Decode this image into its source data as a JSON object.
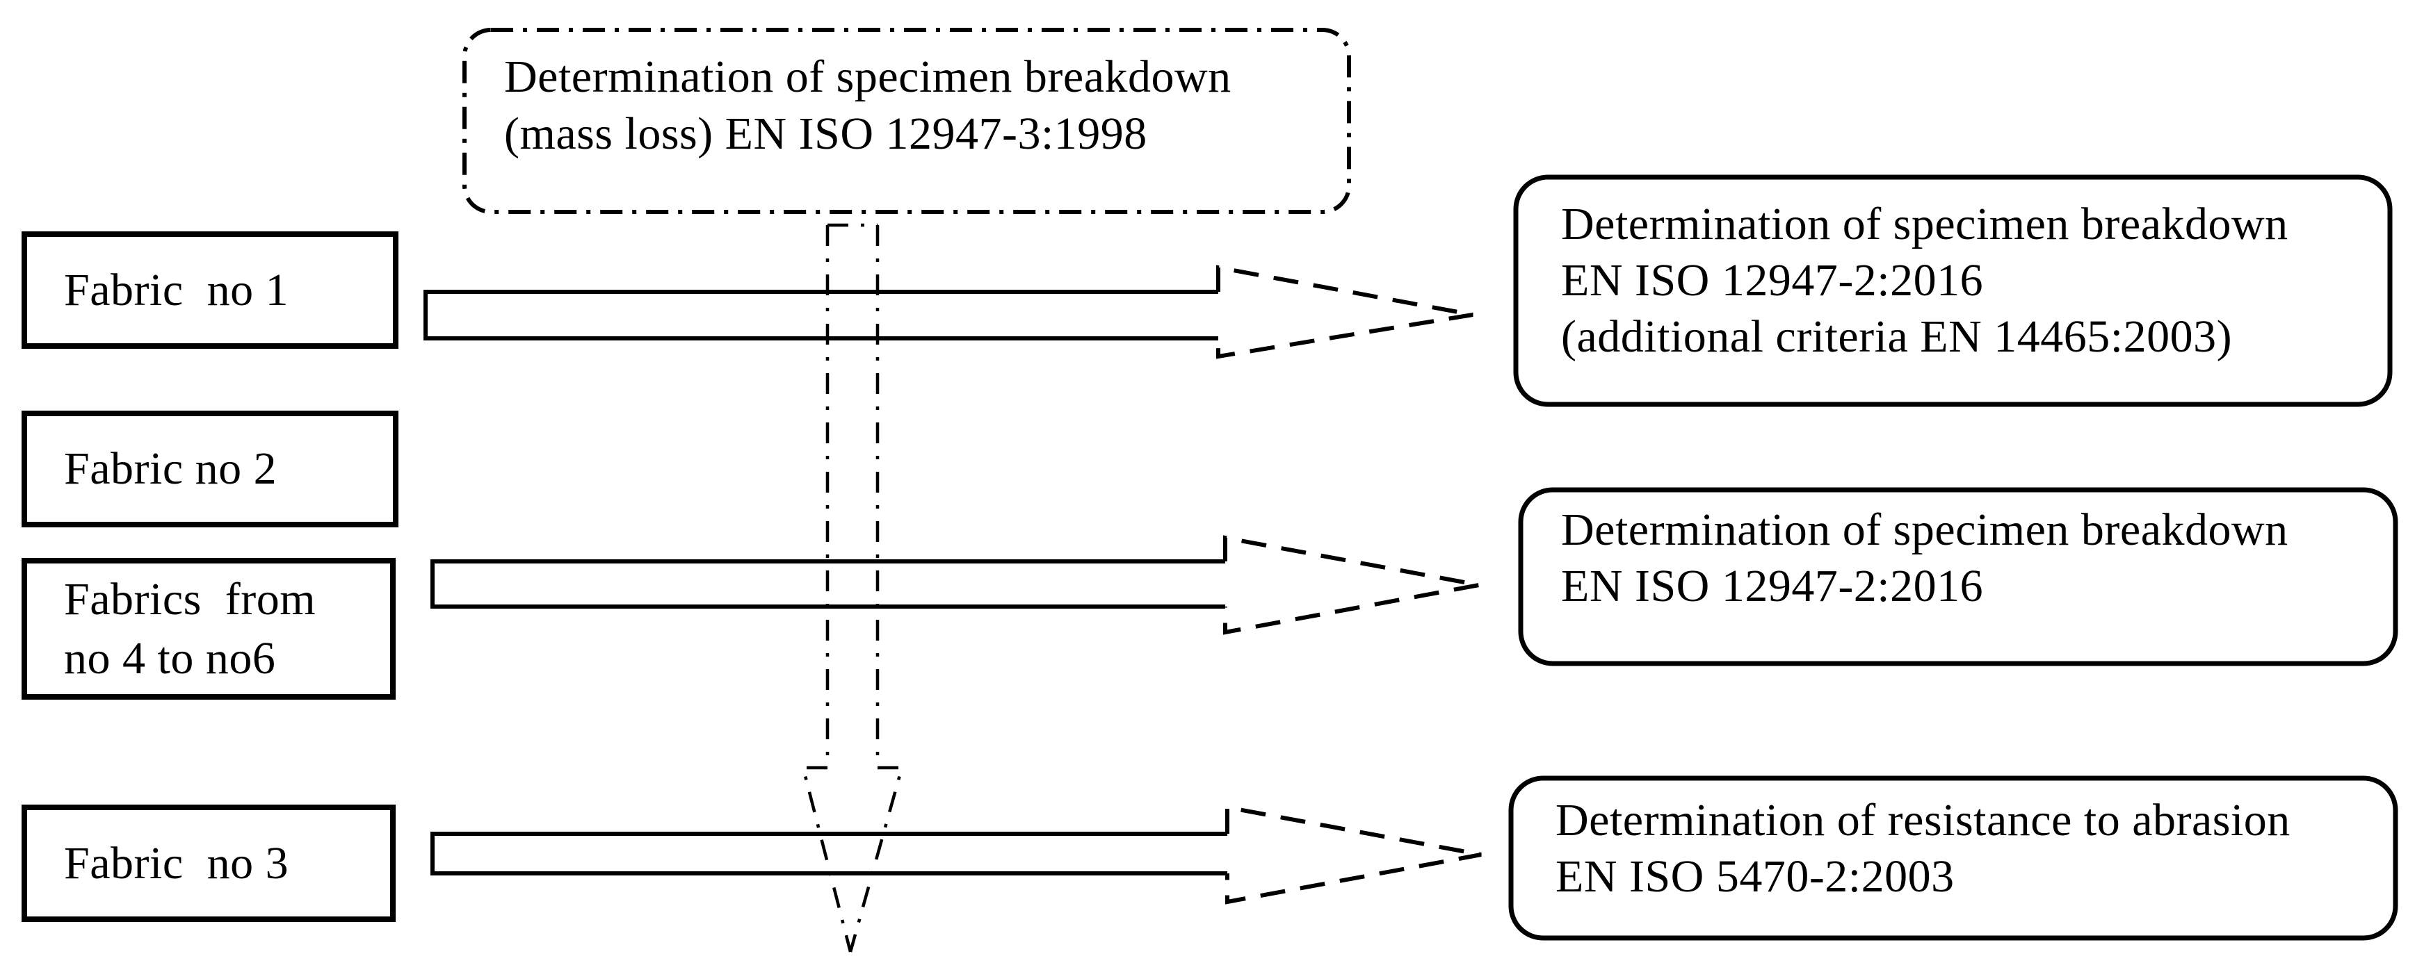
{
  "diagram": {
    "title_box": {
      "text": "Determination of specimen breakdown\n(mass loss) EN ISO 12947-3:1998"
    },
    "fabric_boxes": [
      {
        "label": "Fabric  no 1"
      },
      {
        "label": "Fabric no 2"
      },
      {
        "label": "Fabrics  from\nno 4 to no6"
      },
      {
        "label": "Fabric  no 3"
      }
    ],
    "result_boxes": [
      {
        "text": "Determination of specimen breakdown\nEN ISO 12947-2:2016\n(additional criteria EN 14465:2003)"
      },
      {
        "text": "Determination of specimen breakdown\nEN ISO 12947-2:2016"
      },
      {
        "text": "Determination of resistance to abrasion\nEN ISO 5470-2:2003"
      }
    ],
    "arrows": [
      {
        "name": "block-arrow-fabric-1",
        "style": "solid body, dashed head"
      },
      {
        "name": "block-arrow-fabric-2-and-4-6",
        "style": "solid body, dashed head"
      },
      {
        "name": "block-arrow-fabric-3",
        "style": "solid body, dashed head"
      },
      {
        "name": "dash-dot-down-arrow-mass-loss",
        "style": "dash-dot outline, points down"
      }
    ],
    "colors": {
      "ink": "#000000",
      "background": "#ffffff"
    }
  }
}
